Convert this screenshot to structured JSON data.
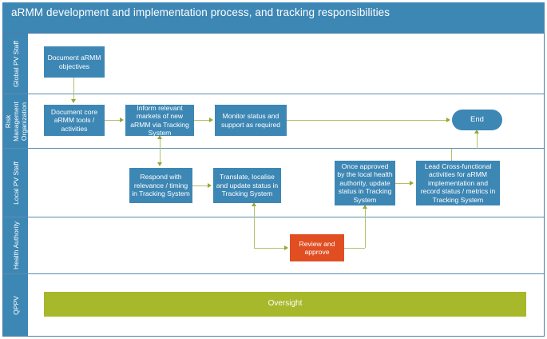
{
  "header": {
    "title": "aRMM development and implementation process, and tracking responsibilities"
  },
  "colors": {
    "primary_blue": "#3d87b5",
    "orange": "#e04e22",
    "green": "#a7b82a",
    "connector": "#b5bf6a",
    "lane_divider": "#5b8db0",
    "frame_border": "#4a7fa5",
    "text_on_fill": "#ffffff"
  },
  "lanes": [
    {
      "id": "global-pv-staff",
      "label": "Global PV Staff"
    },
    {
      "id": "risk-management-organization",
      "label": "Risk Management Organization"
    },
    {
      "id": "local-pv-staff",
      "label": "Local PV Staff"
    },
    {
      "id": "health-authority",
      "label": "Health Authority"
    },
    {
      "id": "qppv",
      "label": "QPPV"
    }
  ],
  "nodes": [
    {
      "id": "document-armm-objectives",
      "lane": "global-pv-staff",
      "label": "Document aRMM objectives",
      "shape": "rect",
      "fill": "#3d87b5"
    },
    {
      "id": "document-core-armm-tools",
      "lane": "risk-management-organization",
      "label": "Document core aRMM tools / activities",
      "shape": "rect",
      "fill": "#3d87b5"
    },
    {
      "id": "inform-relevant-markets",
      "lane": "risk-management-organization",
      "label": "Inform relevant markets of new aRMM via Tracking System",
      "shape": "rect",
      "fill": "#3d87b5"
    },
    {
      "id": "monitor-status-support",
      "lane": "risk-management-organization",
      "label": "Monitor status and support as required",
      "shape": "rect",
      "fill": "#3d87b5"
    },
    {
      "id": "end",
      "lane": "risk-management-organization",
      "label": "End",
      "shape": "pill",
      "fill": "#3d87b5"
    },
    {
      "id": "respond-with-relevance",
      "lane": "local-pv-staff",
      "label": "Respond with relevance / timing in Tracking System",
      "shape": "rect",
      "fill": "#3d87b5"
    },
    {
      "id": "translate-localise-update",
      "lane": "local-pv-staff",
      "label": "Translate, localise and update status in Tracking System",
      "shape": "rect",
      "fill": "#3d87b5"
    },
    {
      "id": "once-approved-update-status",
      "lane": "local-pv-staff",
      "label": "Once approved by the local health authority, update status in Tracking System",
      "shape": "rect",
      "fill": "#3d87b5"
    },
    {
      "id": "lead-cross-functional",
      "lane": "local-pv-staff",
      "label": "Lead Cross-functional activities for aRMM implementation and record status / metrics in Tracking System",
      "shape": "rect",
      "fill": "#3d87b5"
    },
    {
      "id": "review-and-approve",
      "lane": "health-authority",
      "label": "Review and approve",
      "shape": "rect",
      "fill": "#e04e22"
    },
    {
      "id": "oversight",
      "lane": "qppv",
      "label": "Oversight",
      "shape": "bar",
      "fill": "#a7b82a"
    }
  ],
  "connections": [
    {
      "from": "document-armm-objectives",
      "to": "document-core-armm-tools",
      "direction": "down"
    },
    {
      "from": "document-core-armm-tools",
      "to": "inform-relevant-markets",
      "direction": "right"
    },
    {
      "from": "inform-relevant-markets",
      "to": "monitor-status-support",
      "direction": "right"
    },
    {
      "from": "monitor-status-support",
      "to": "end",
      "direction": "right"
    },
    {
      "from": "inform-relevant-markets",
      "to": "respond-with-relevance",
      "direction": "both"
    },
    {
      "from": "respond-with-relevance",
      "to": "translate-localise-update",
      "direction": "right"
    },
    {
      "from": "translate-localise-update",
      "to": "review-and-approve",
      "direction": "right"
    },
    {
      "from": "review-and-approve",
      "to": "once-approved-update-status",
      "direction": "up"
    },
    {
      "from": "once-approved-update-status",
      "to": "lead-cross-functional",
      "direction": "right"
    },
    {
      "from": "lead-cross-functional",
      "to": "end",
      "direction": "up"
    }
  ]
}
